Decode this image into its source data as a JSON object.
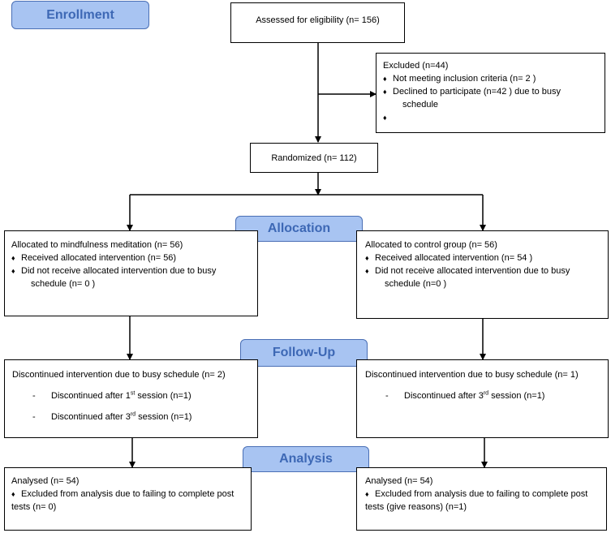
{
  "stages": {
    "enrollment": "Enrollment",
    "allocation": "Allocation",
    "follow_up": "Follow-Up",
    "analysis": "Analysis"
  },
  "assessed": "Assessed for eligibility (n= 156)",
  "excluded": {
    "title": "Excluded  (n=44)",
    "items": [
      "Not meeting inclusion criteria (n= 2 )",
      "Declined to participate (n=42  ) due to busy",
      "schedule",
      ""
    ]
  },
  "randomized": "Randomized (n= 112)",
  "allocation": {
    "left": {
      "title": "Allocated to mindfulness meditation (n= 56)",
      "received": "Received allocated intervention (n= 56)",
      "not_received": "Did not receive allocated intervention due to busy",
      "not_received_cont": "schedule (n= 0 )"
    },
    "right": {
      "title": "Allocated to control group (n= 56)",
      "received": "Received allocated intervention (n= 54 )",
      "not_received": "Did not receive allocated intervention due to busy",
      "not_received_cont": "schedule (n=0  )"
    }
  },
  "followup": {
    "left": {
      "title": "Discontinued intervention due to busy schedule (n= 2)",
      "dash": "-",
      "item1_pre": "Discontinued after 1",
      "item1_sup": "st",
      "item1_post": " session (n=1)",
      "item2_pre": "Discontinued after 3",
      "item2_sup": "rd",
      "item2_post": " session (n=1)"
    },
    "right": {
      "title": "Discontinued intervention due to busy schedule (n= 1)",
      "dash": "-",
      "item1_pre": "Discontinued after 3",
      "item1_sup": "rd",
      "item1_post": " session (n=1)"
    }
  },
  "analysis": {
    "left": {
      "title": "Analysed (n= 54)",
      "excluded": "Excluded from analysis due to failing to complete post",
      "excluded_cont": "tests (n= 0)"
    },
    "right": {
      "title": "Analysed (n= 54)",
      "excluded": "Excluded from analysis due to failing to complete post",
      "excluded_cont": "tests (give reasons) (n=1)"
    }
  },
  "bullet_symbol": "♦"
}
